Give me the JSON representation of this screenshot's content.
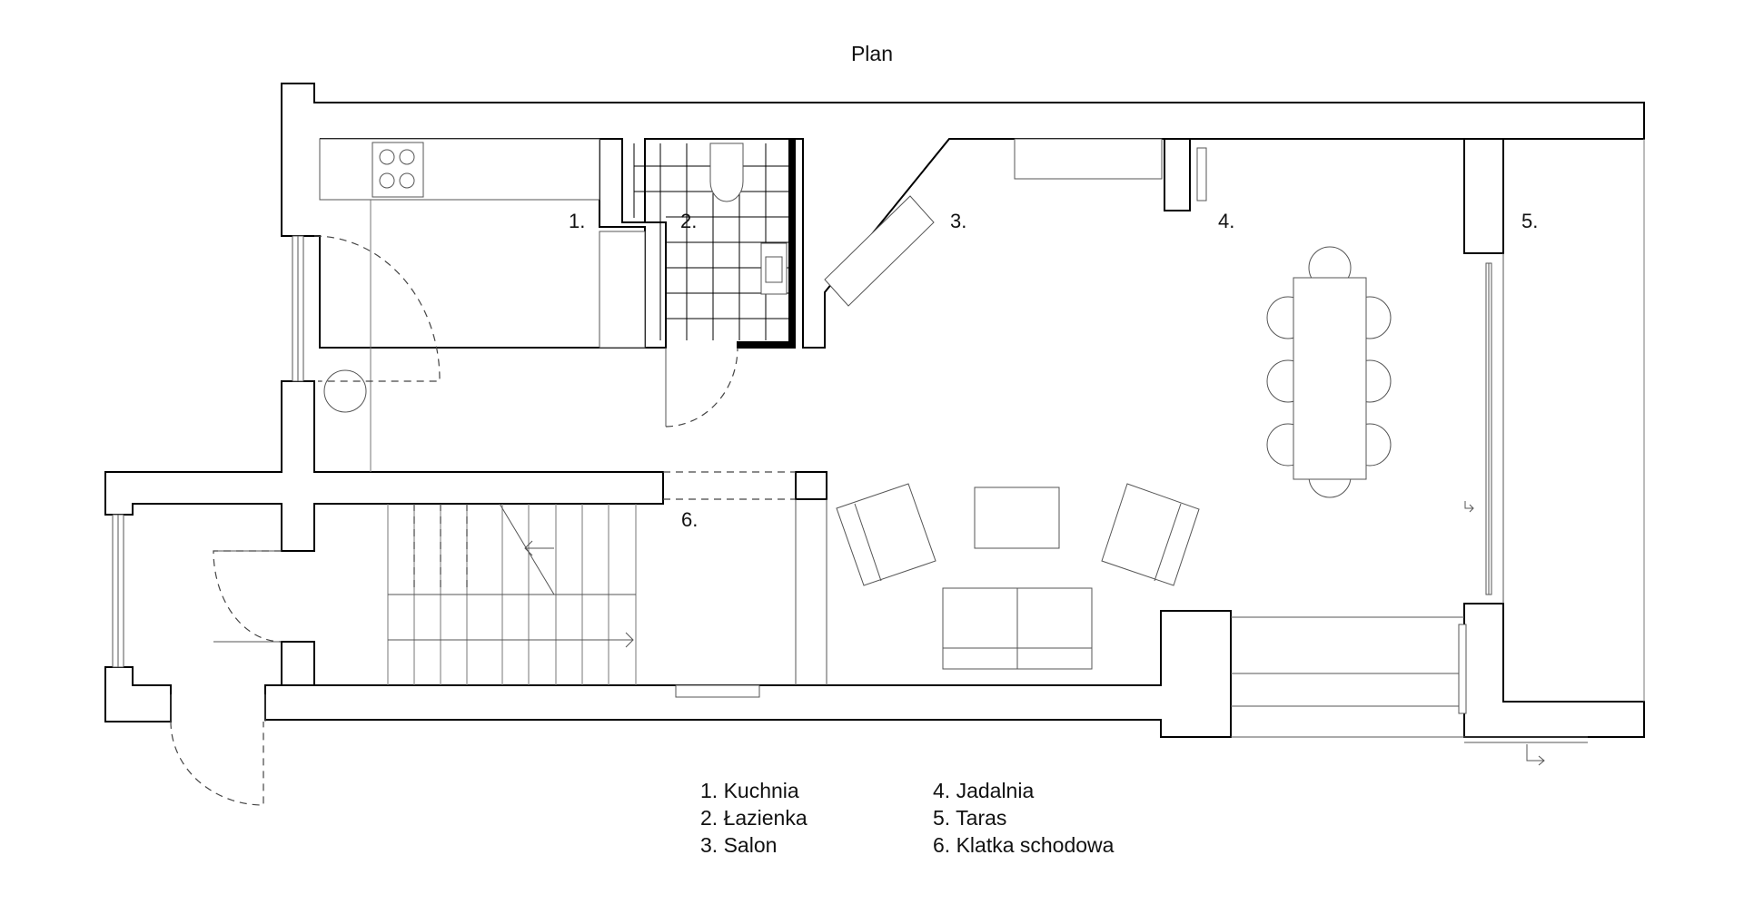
{
  "title": "Plan",
  "rooms": [
    {
      "num": "1."
    },
    {
      "num": "2."
    },
    {
      "num": "3."
    },
    {
      "num": "4."
    },
    {
      "num": "5."
    },
    {
      "num": "6."
    }
  ],
  "legend": [
    "1. Kuchnia",
    "2. Łazienka",
    "3. Salon",
    "4. Jadalnia",
    "5. Taras",
    "6. Klatka schodowa"
  ]
}
